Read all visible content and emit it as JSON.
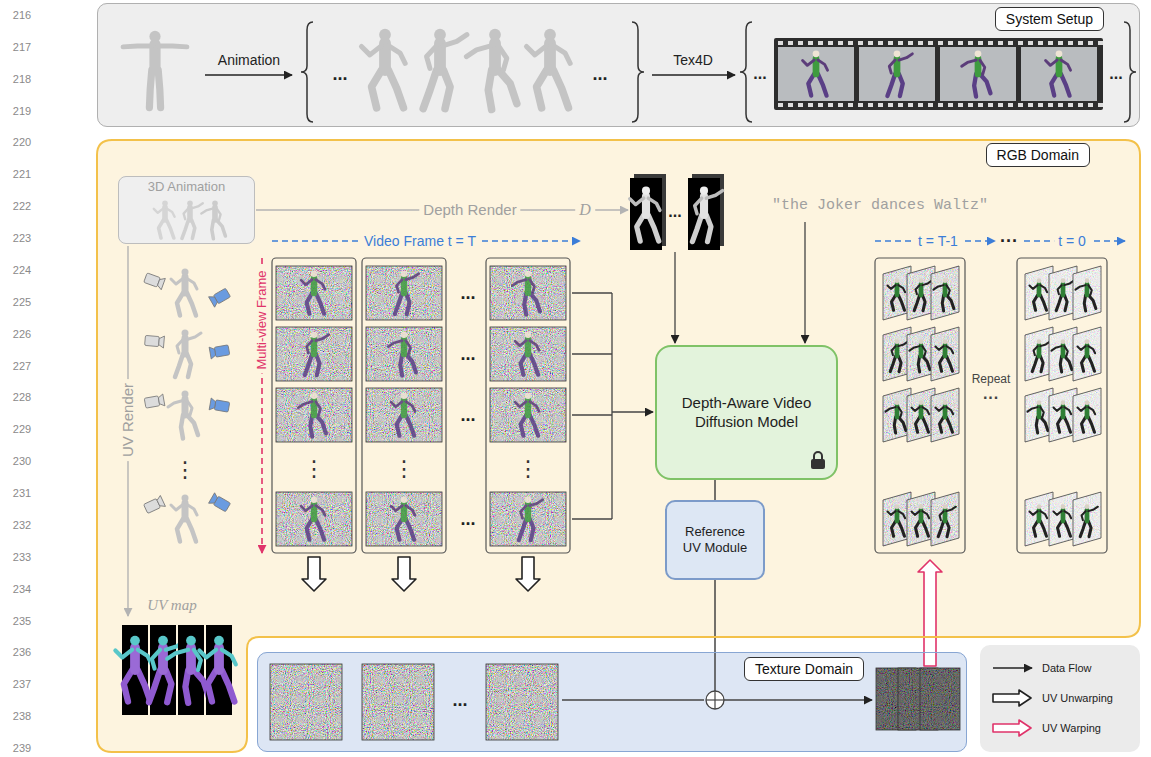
{
  "diagram": {
    "nodes": [
      {
        "text": [
          "System Setup"
        ]
      },
      {
        "text": [
          "RGB Domain"
        ]
      },
      {
        "text": [
          "3D Animation"
        ],
        "in": 1
      },
      {
        "text": [
          "Depth-Aware Video Diffusion Model"
        ],
        "in": 1
      },
      {
        "text": [
          "Reference UV Module"
        ],
        "in": 1
      },
      {
        "text": [
          "Texture Domain"
        ]
      }
    ],
    "edges": [
      {
        "from": 3,
        "to": 4,
        "arrow": "none"
      },
      {
        "from": 4,
        "to": 5,
        "arrow": "none"
      }
    ],
    "labels": [
      "216",
      "217",
      "218",
      "219",
      "220",
      "221",
      "222",
      "223",
      "224",
      "225",
      "226",
      "227",
      "228",
      "229",
      "230",
      "231",
      "232",
      "233",
      "234",
      "235",
      "236",
      "237",
      "238",
      "239",
      "Animation",
      "...",
      "...",
      "Tex4D",
      "...",
      "...",
      "Depth Render",
      "D",
      "...",
      "\"the Joker dances Waltz\"",
      "Video Frame t = T",
      "Multi-view Frame",
      "UV Render",
      "⋮",
      "...",
      "...",
      "...",
      "...",
      "⋮",
      "⋮",
      "⋮",
      "t = T-1",
      "···",
      "t = 0",
      "Repeat",
      "···",
      "UV map",
      "..."
    ],
    "legend": [
      {
        "text": "Data Flow"
      },
      {
        "text": "UV Unwarping"
      },
      {
        "text": "UV Warping"
      }
    ]
  }
}
